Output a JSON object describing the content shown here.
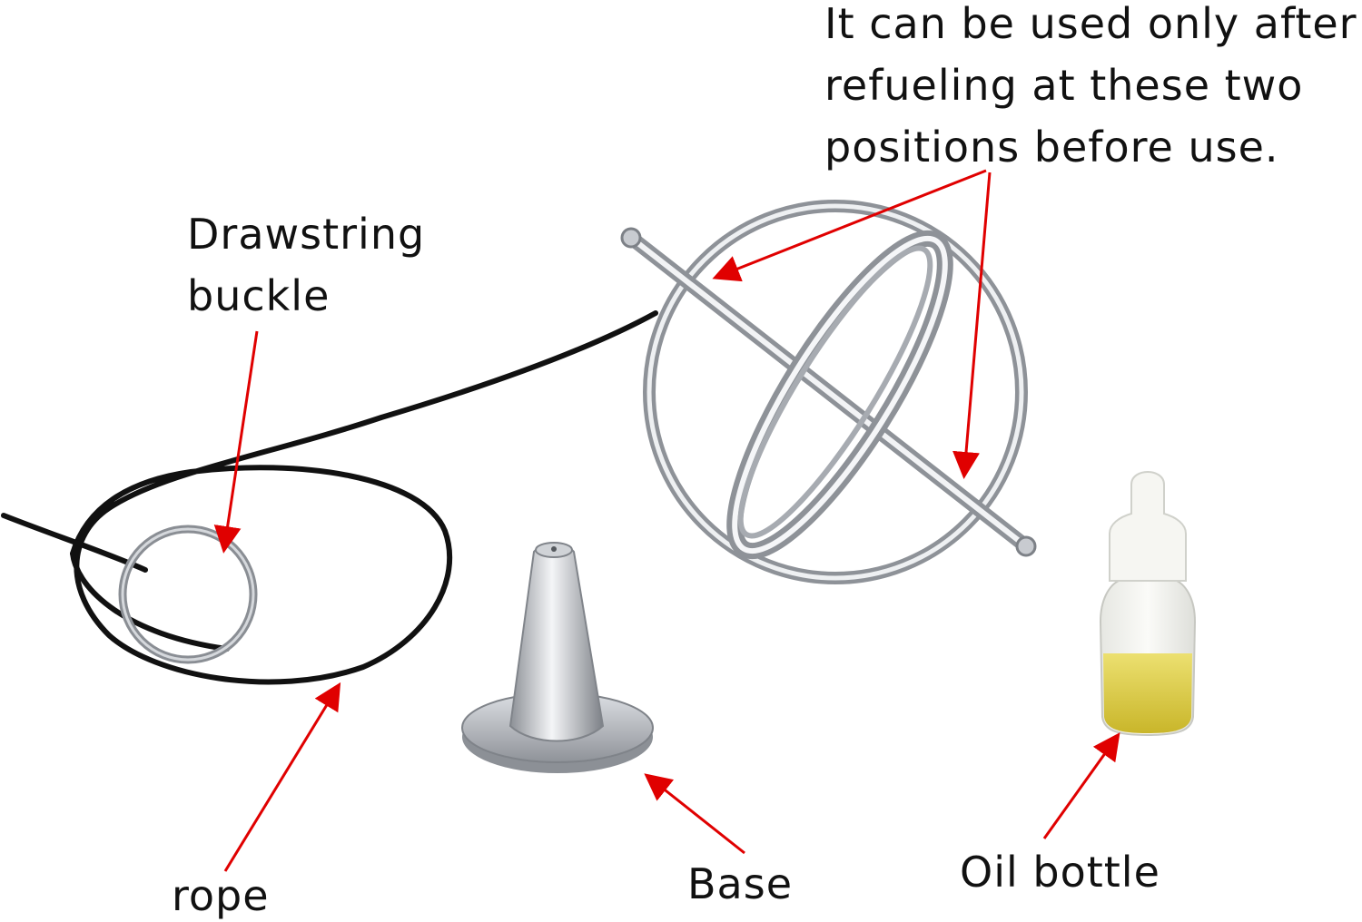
{
  "labels": {
    "note_lines": [
      "It can be used only after",
      "refueling at these two",
      "positions before use."
    ],
    "drawstring_lines": [
      "Drawstring",
      "buckle"
    ],
    "rope": "rope",
    "base": "Base",
    "oil_bottle": "Oil bottle"
  },
  "colors": {
    "arrow": "#e00000",
    "metal": "#b8bcc2",
    "rope": "#111111",
    "oil": "#e2d23a",
    "bottle_cap": "#f2f2ee"
  },
  "icons": [
    "gyroscope",
    "rope-with-key-ring",
    "metal-base",
    "oil-bottle"
  ]
}
